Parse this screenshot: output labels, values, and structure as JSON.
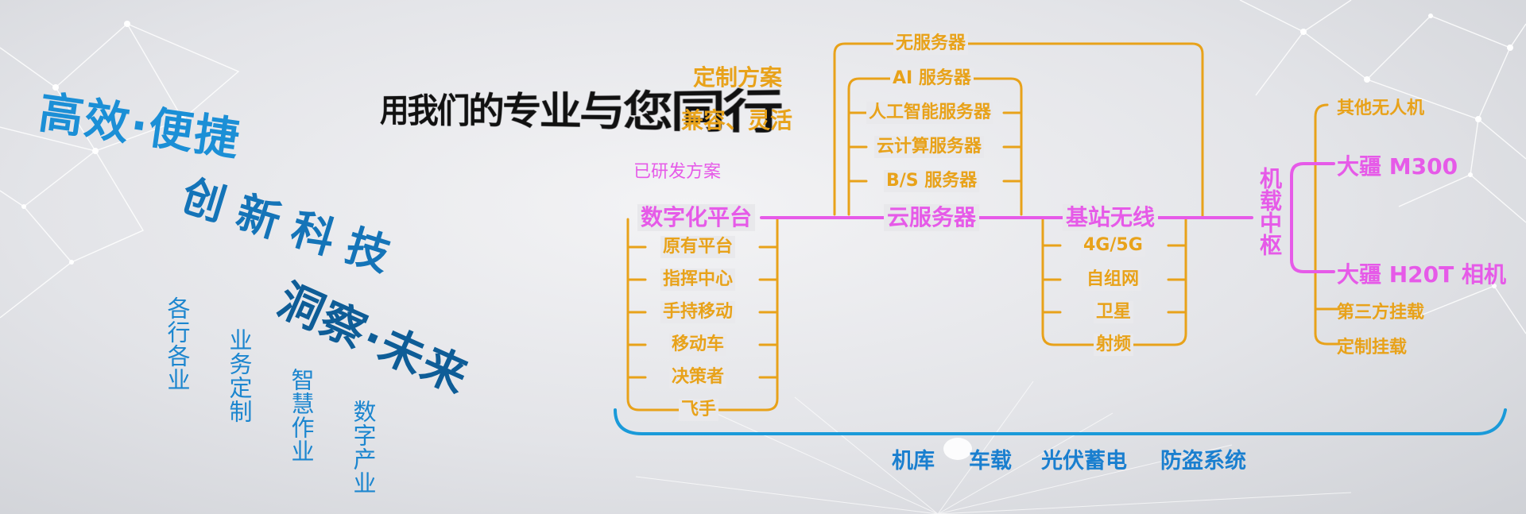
{
  "hero": {
    "line1": "高效·便捷",
    "line2": "创新科技",
    "line3": "洞察·未来",
    "slogan": "用我们的专业与您同行"
  },
  "vertical_words": [
    "各行各业",
    "业务定制",
    "智慧作业",
    "数字产业"
  ],
  "custom": {
    "title": "定制方案",
    "subtitle": "兼容、灵活",
    "developed": "已研发方案"
  },
  "platform": {
    "title": "数字化平台",
    "items": [
      "原有平台",
      "指挥中心",
      "手持移动",
      "移动车",
      "决策者",
      "飞手"
    ]
  },
  "cloud": {
    "title": "云服务器",
    "serverless": "无服务器",
    "items": [
      "AI 服务器",
      "人工智能服务器",
      "云计算服务器",
      "B/S 服务器"
    ]
  },
  "station": {
    "title": "基站无线",
    "items": [
      "4G/5G",
      "自组网",
      "卫星",
      "射频"
    ]
  },
  "hub": {
    "title": "机载中枢",
    "items": [
      "其他无人机",
      "大疆 M300",
      "大疆 H20T 相机",
      "第三方挂载",
      "定制挂载"
    ]
  },
  "bottom": [
    "机库",
    "车载",
    "光伏蓄电",
    "防盗系统"
  ],
  "colors": {
    "orange": "#e8a21a",
    "pink": "#e65ae8",
    "blue": "#1a9ad9",
    "hero_blue": "#1474b8"
  }
}
